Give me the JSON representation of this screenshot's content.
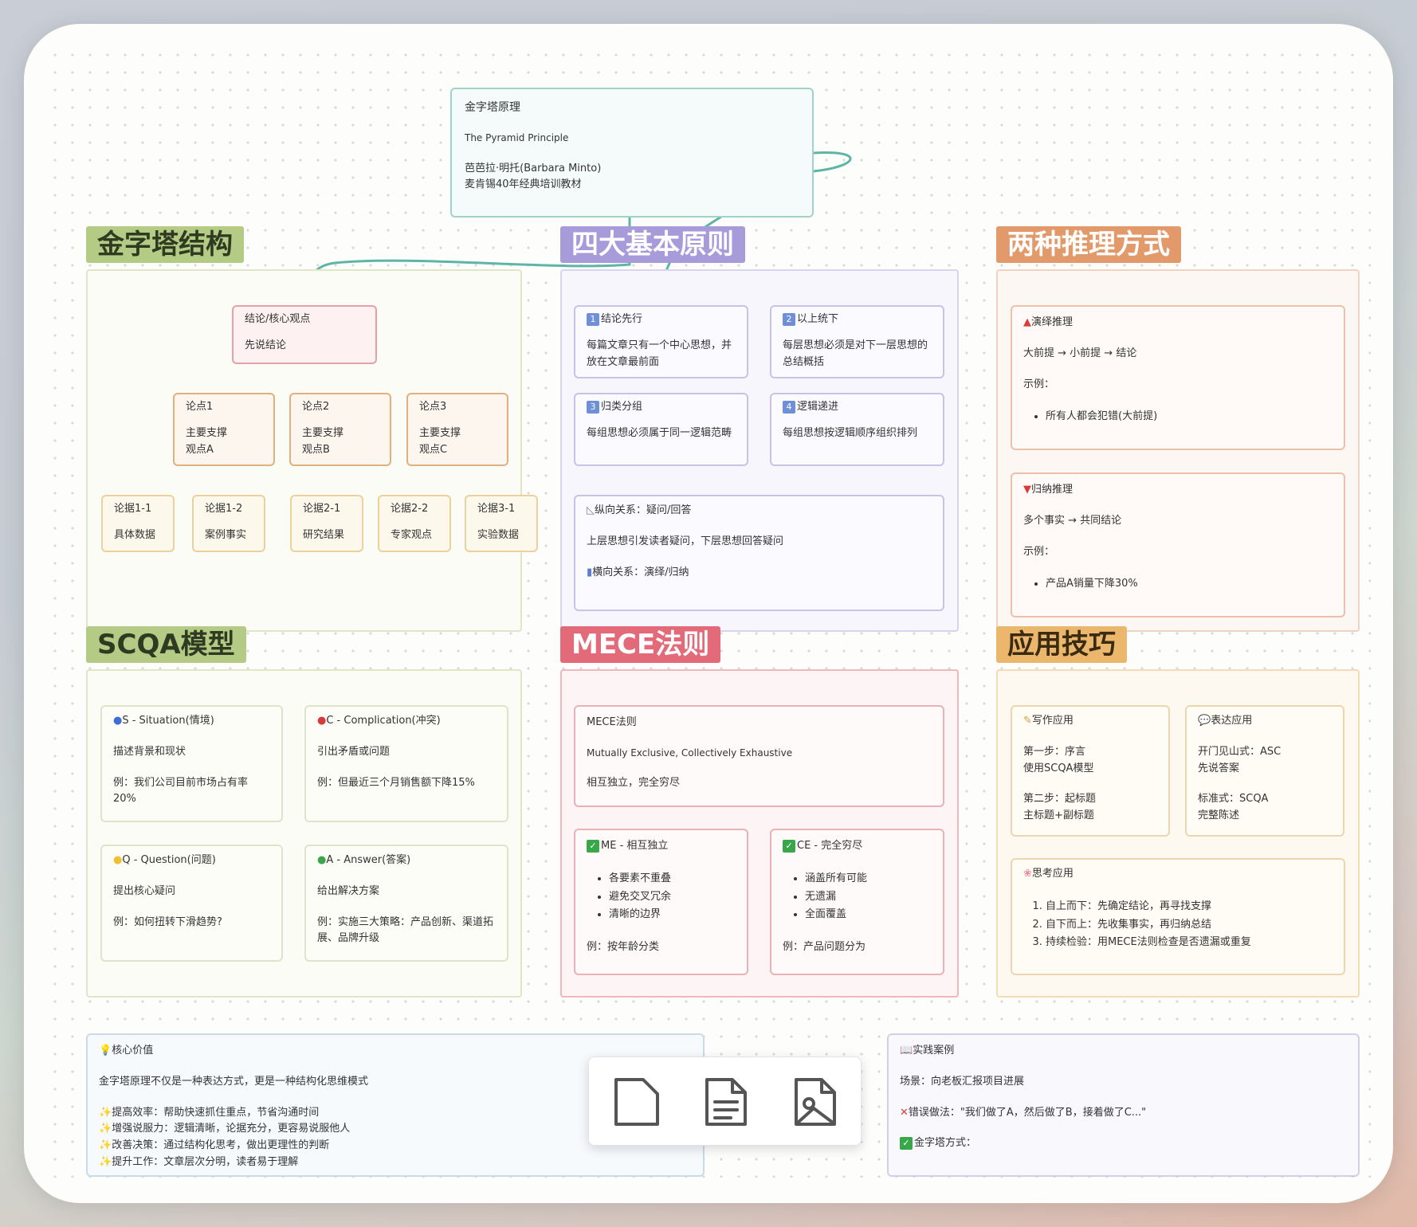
{
  "root": {
    "title": "金字塔原理",
    "subtitle": "The Pyramid Principle",
    "author": "芭芭拉·明托(Barbara Minto)",
    "desc": "麦肯锡40年经典培训教材"
  },
  "sections": {
    "pyramid": "金字塔结构",
    "principles": "四大基本原则",
    "reasoning": "两种推理方式",
    "scqa": "SCQA模型",
    "mece": "MECE法则",
    "tips": "应用技巧"
  },
  "pyramid": {
    "top": {
      "title": "结论/核心观点",
      "sub": "先说结论"
    },
    "points": [
      {
        "title": "论点1",
        "l1": "主要支撑",
        "l2": "观点A"
      },
      {
        "title": "论点2",
        "l1": "主要支撑",
        "l2": "观点B"
      },
      {
        "title": "论点3",
        "l1": "主要支撑",
        "l2": "观点C"
      }
    ],
    "evidence": [
      {
        "title": "论据1-1",
        "sub": "具体数据"
      },
      {
        "title": "论据1-2",
        "sub": "案例事实"
      },
      {
        "title": "论据2-1",
        "sub": "研究结果"
      },
      {
        "title": "论据2-2",
        "sub": "专家观点"
      },
      {
        "title": "论据3-1",
        "sub": "实验数据"
      }
    ]
  },
  "principles": {
    "p1": {
      "num": "1",
      "title": "结论先行",
      "body": "每篇文章只有一个中心思想，并放在文章最前面"
    },
    "p2": {
      "num": "2",
      "title": "以上统下",
      "body": "每层思想必须是对下一层思想的总结概括"
    },
    "p3": {
      "num": "3",
      "title": "归类分组",
      "body": "每组思想必须属于同一逻辑范畴"
    },
    "p4": {
      "num": "4",
      "title": "逻辑递进",
      "body": "每组思想按逻辑顺序组织排列"
    },
    "relation": {
      "v_title": "纵向关系：疑问/回答",
      "v_body": "上层思想引发读者疑问，下层思想回答疑问",
      "h_title": "横向关系：演绎/归纳"
    }
  },
  "reasoning": {
    "deduction": {
      "title": "演绎推理",
      "flow": "大前提 → 小前提 → 结论",
      "example_label": "示例：",
      "example": "所有人都会犯错(大前提)"
    },
    "induction": {
      "title": "归纳推理",
      "flow": "多个事实 → 共同结论",
      "example_label": "示例：",
      "example": "产品A销量下降30%"
    }
  },
  "scqa": {
    "s": {
      "title": "S - Situation(情境)",
      "desc": "描述背景和现状",
      "example": "例：我们公司目前市场占有率20%"
    },
    "c": {
      "title": "C - Complication(冲突)",
      "desc": "引出矛盾或问题",
      "example": "例：但最近三个月销售额下降15%"
    },
    "q": {
      "title": "Q - Question(问题)",
      "desc": "提出核心疑问",
      "example": "例：如何扭转下滑趋势?"
    },
    "a": {
      "title": "A - Answer(答案)",
      "desc": "给出解决方案",
      "example": "例：实施三大策略：产品创新、渠道拓展、品牌升级"
    }
  },
  "mece": {
    "head": {
      "title": "MECE法则",
      "en": "Mutually Exclusive, Collectively Exhaustive",
      "cn": "相互独立，完全穷尽"
    },
    "me": {
      "title": "ME - 相互独立",
      "items": [
        "各要素不重叠",
        "避免交叉冗余",
        "清晰的边界"
      ],
      "example": "例：按年龄分类"
    },
    "ce": {
      "title": "CE - 完全穷尽",
      "items": [
        "涵盖所有可能",
        "无遗漏",
        "全面覆盖"
      ],
      "example": "例：产品问题分为"
    }
  },
  "tips": {
    "writing": {
      "title": "写作应用",
      "s1": "第一步：序言",
      "s1b": "使用SCQA模型",
      "s2": "第二步：起标题",
      "s2b": "主标题+副标题"
    },
    "speaking": {
      "title": "表达应用",
      "s1": "开门见山式：ASC",
      "s1b": "先说答案",
      "s2": "标准式：SCQA",
      "s2b": "完整陈述"
    },
    "thinking": {
      "title": "思考应用",
      "items": [
        "自上而下：先确定结论，再寻找支撑",
        "自下而上：先收集事实，再归纳总结",
        "持续检验：用MECE法则检查是否遗漏或重复"
      ]
    }
  },
  "core": {
    "title": "核心价值",
    "body": "金字塔原理不仅是一种表达方式，更是一种结构化思维模式",
    "items": [
      "提高效率：帮助快速抓住重点，节省沟通时间",
      "增强说服力：逻辑清晰，论据充分，更容易说服他人",
      "改善决策：通过结构化思考，做出更理性的判断",
      "提升工作：文章层次分明，读者易于理解"
    ]
  },
  "case": {
    "title": "实践案例",
    "scene": "场景：向老板汇报项目进展",
    "wrong": "错误做法：\"我们做了A，然后做了B，接着做了C...\"",
    "right": "金字塔方式："
  },
  "colors": {
    "pyramid": "#9fb86d",
    "principles": "#9b8ed0",
    "reasoning": "#d98a5a",
    "scqa": "#a3bd74",
    "mece": "#e06a78",
    "tips": "#e4b068",
    "teal": "#5fb5a5"
  }
}
